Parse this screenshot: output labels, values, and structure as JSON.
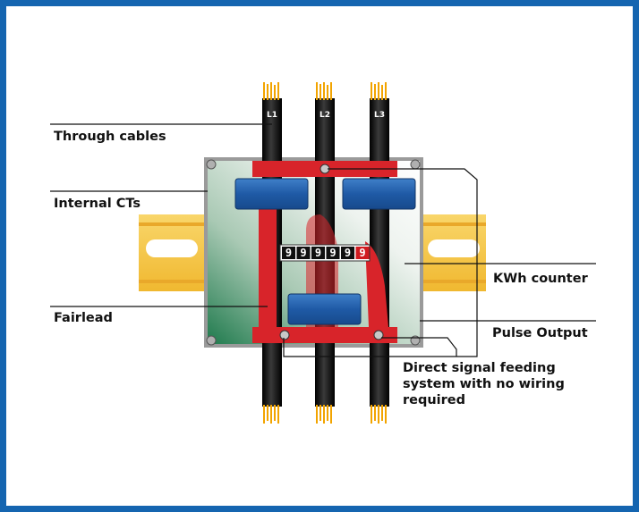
{
  "labels": {
    "through_cables": "Through cables",
    "internal_cts": "Internal CTs",
    "fairlead": "Fairlead",
    "kwh_counter": "KWh counter",
    "pulse_output": "Pulse Output",
    "direct_signal_line1": "Direct signal feeding",
    "direct_signal_line2": "system with no wiring",
    "direct_signal_line3": "required"
  },
  "phases": [
    "L1",
    "L2",
    "L3"
  ],
  "counter": {
    "digits": [
      "9",
      "9",
      "9",
      "9",
      "9",
      "9"
    ],
    "digit_colors": [
      "#111111",
      "#111111",
      "#111111",
      "#111111",
      "#111111",
      "#d01b20"
    ]
  },
  "colors": {
    "frame": "#1565b0",
    "din_rail": "#f6c244",
    "busbar": "#d8242a",
    "ct": "#1f5aa6",
    "cable": "#1a1a1a",
    "copper": "#f2a400"
  }
}
